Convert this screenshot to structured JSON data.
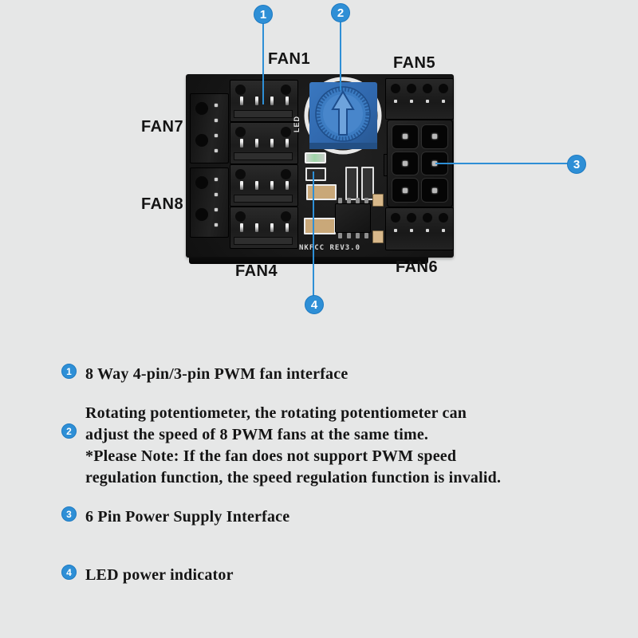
{
  "colors": {
    "background": "#e6e7e7",
    "callout_blue": "#2e8fd6",
    "board_black": "#161616",
    "potentiometer_blue": "#3c7cc2"
  },
  "board": {
    "silkscreen_text": "NKFCC REV3.0",
    "led_silkscreen": "LED",
    "fan_labels": {
      "fan1": "FAN1",
      "fan4": "FAN4",
      "fan5": "FAN5",
      "fan6": "FAN6",
      "fan7": "FAN7",
      "fan8": "FAN8"
    }
  },
  "callouts": {
    "c1": {
      "number": "1"
    },
    "c2": {
      "number": "2"
    },
    "c3": {
      "number": "3"
    },
    "c4": {
      "number": "4"
    }
  },
  "legend": [
    {
      "number": "1",
      "lines": [
        "8 Way 4-pin/3-pin PWM fan interface"
      ]
    },
    {
      "number": "2",
      "lines": [
        "Rotating potentiometer, the rotating potentiometer can",
        "adjust the speed of 8 PWM fans at the same time.",
        "*Please Note: If the fan does not support PWM speed",
        "regulation function, the speed regulation function is invalid."
      ]
    },
    {
      "number": "3",
      "lines": [
        "6 Pin Power Supply Interface"
      ]
    },
    {
      "number": "4",
      "lines": [
        "LED power indicator"
      ]
    }
  ]
}
